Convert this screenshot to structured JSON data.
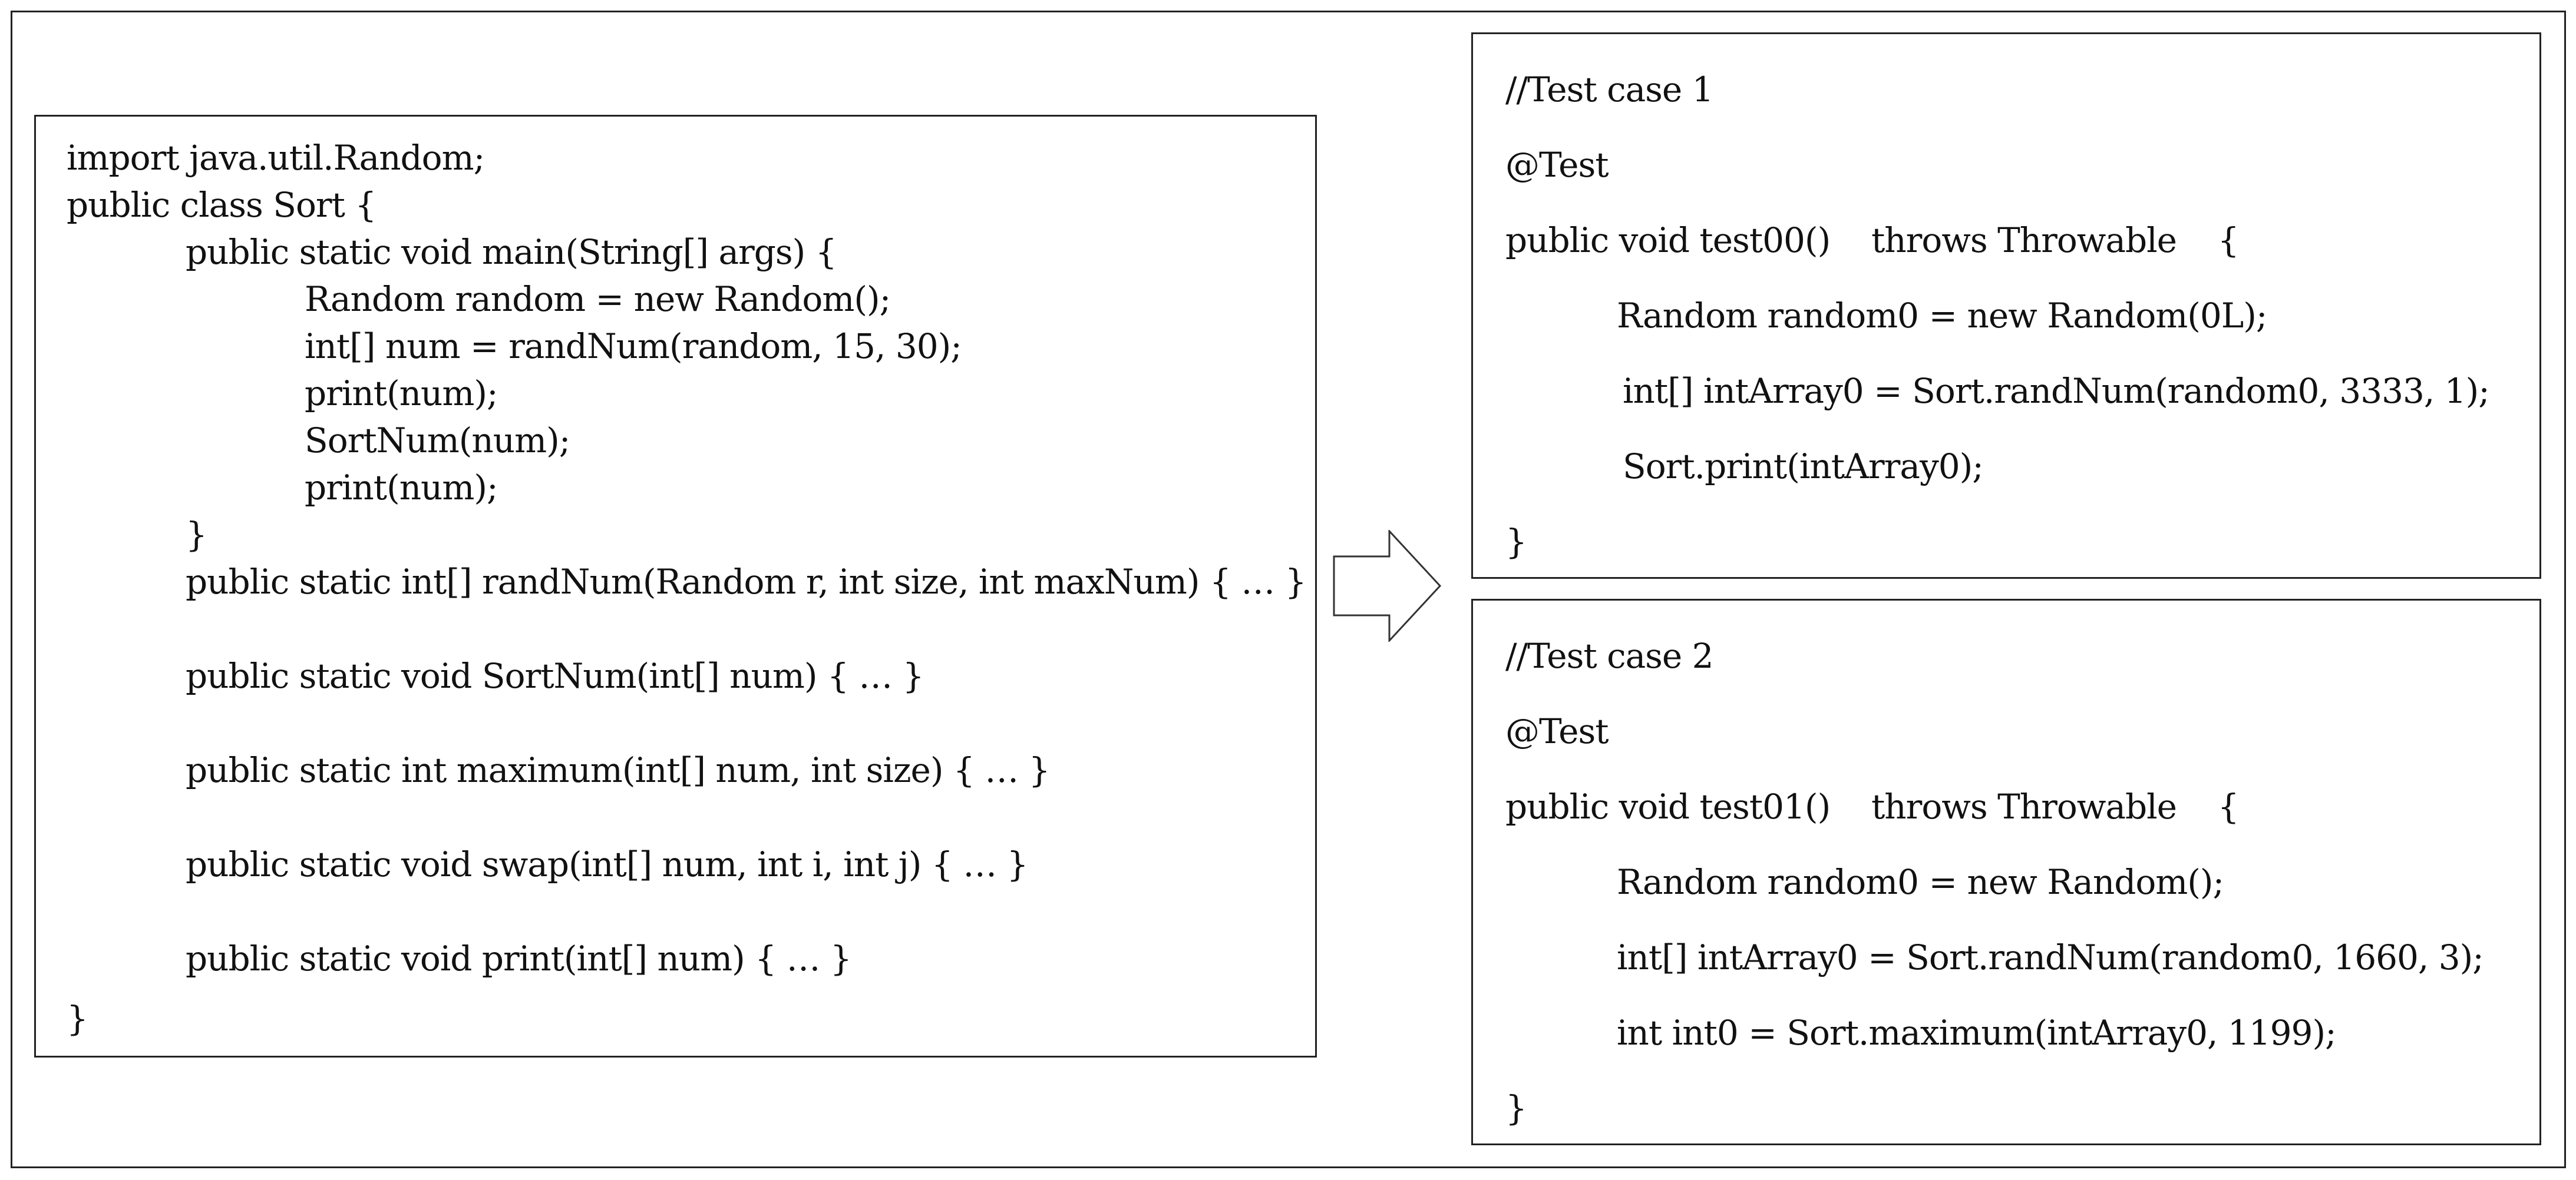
{
  "source_code": {
    "lines": [
      "import java.util.Random;",
      "public class Sort {",
      "public static void main(String[] args) {",
      "Random random = new Random();",
      "int[] num = randNum(random, 15, 30);",
      "print(num);",
      "SortNum(num);",
      "print(num);",
      "}",
      "public static int[] randNum(Random r, int size, int maxNum) { … }",
      "public static void SortNum(int[] num) { … }",
      "public static int maximum(int[] num, int size) { … }",
      "public static void swap(int[] num, int i, int j) { … }",
      "public static void print(int[] num) { … }",
      "}"
    ]
  },
  "test_case_1": {
    "lines": [
      "//Test case 1",
      "@Test",
      "public void test00()    throws Throwable    {",
      "Random random0 = new Random(0L);",
      "int[] intArray0 = Sort.randNum(random0, 3333, 1);",
      "Sort.print(intArray0);",
      "}"
    ]
  },
  "test_case_2": {
    "lines": [
      "//Test case 2",
      "@Test",
      "public void test01()    throws Throwable    {",
      "Random random0 = new Random();",
      "int[] intArray0 = Sort.randNum(random0, 1660, 3);",
      "int int0 = Sort.maximum(intArray0, 1199);",
      "}"
    ]
  }
}
